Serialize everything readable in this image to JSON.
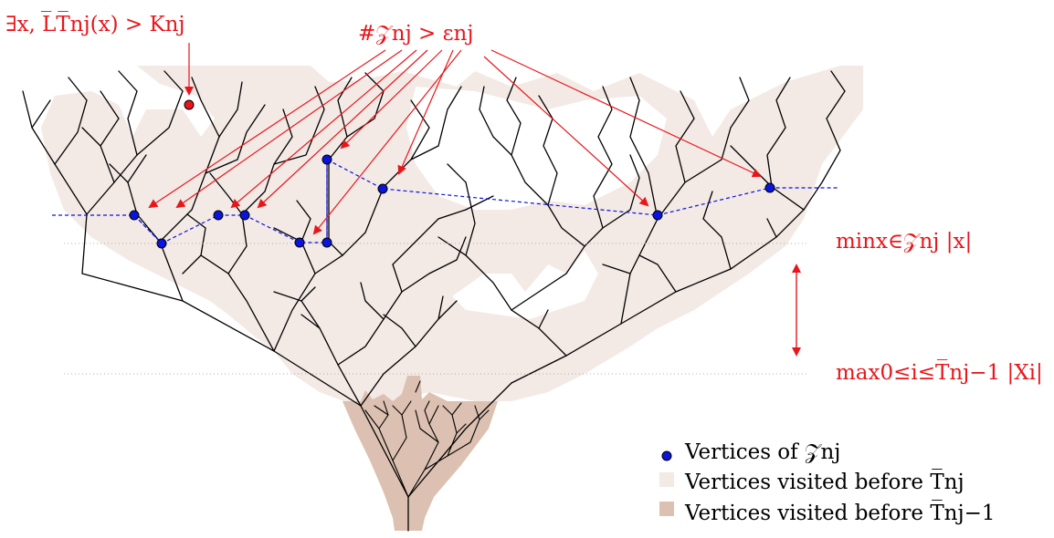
{
  "annotations": {
    "exists_label": "∃x, L̅T̅nj(x) > Knj",
    "count_label": "#𝒵nj > εnj",
    "min_label": "minx∈𝒵nj |x|",
    "max_label": "max0≤i≤T̅nj−1 |Xi|"
  },
  "legend": {
    "vertices_z": "Vertices of 𝒵nj",
    "visited_before_T": "Vertices visited before T̅nj",
    "visited_before_T_prev": "Vertices visited before T̅nj−1"
  },
  "colors": {
    "annotation_red": "#e8161b",
    "vertex_blue": "#0a14dc",
    "light_region": "#f3e9e5",
    "dark_region": "#dcc0b1",
    "tree_line": "#000000"
  }
}
